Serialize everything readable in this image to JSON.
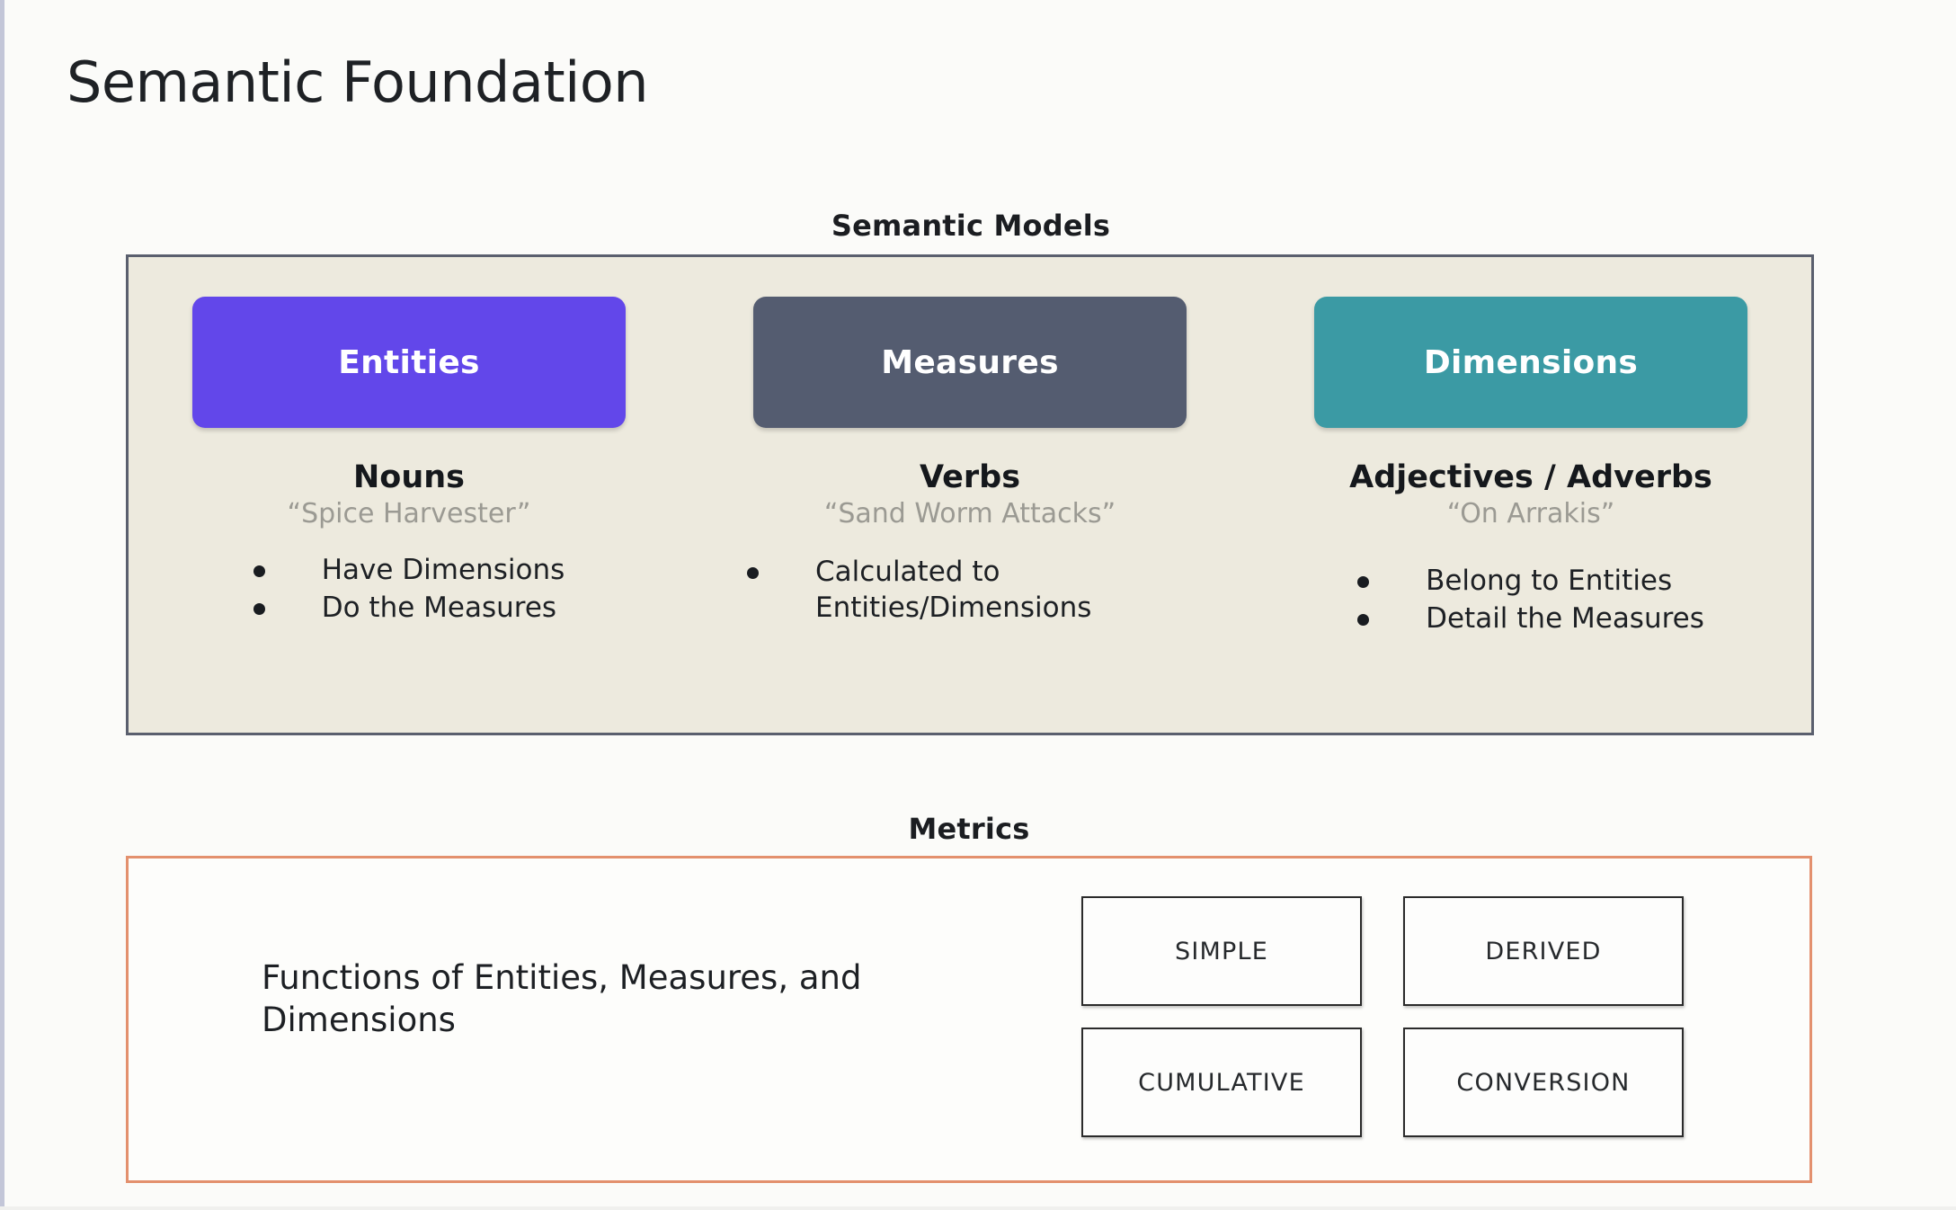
{
  "page_title": "Semantic Foundation",
  "background_color": "#fbfbf9",
  "semantic_models": {
    "heading": "Semantic Models",
    "panel_fill": "#edeade",
    "panel_border": "#5a5f6e",
    "columns": [
      {
        "pill_label": "Entities",
        "pill_color": "#6247ea",
        "part_of_speech": "Nouns",
        "example": "“Spice Harvester”",
        "bullets": [
          "Have Dimensions",
          "Do the Measures"
        ]
      },
      {
        "pill_label": "Measures",
        "pill_color": "#545c70",
        "part_of_speech": "Verbs",
        "example": "“Sand Worm Attacks”",
        "bullets": [
          "Calculated to Entities/Dimensions"
        ]
      },
      {
        "pill_label": "Dimensions",
        "pill_color": "#3b9aa4",
        "part_of_speech": "Adjectives / Adverbs",
        "example": "“On Arrakis”",
        "bullets": [
          "Belong to Entities",
          "Detail the Measures"
        ]
      }
    ]
  },
  "metrics": {
    "heading": "Metrics",
    "panel_border": "#e3906e",
    "description": "Functions of Entities, Measures, and Dimensions",
    "types": [
      "SIMPLE",
      "DERIVED",
      "CUMULATIVE",
      "CONVERSION"
    ]
  }
}
